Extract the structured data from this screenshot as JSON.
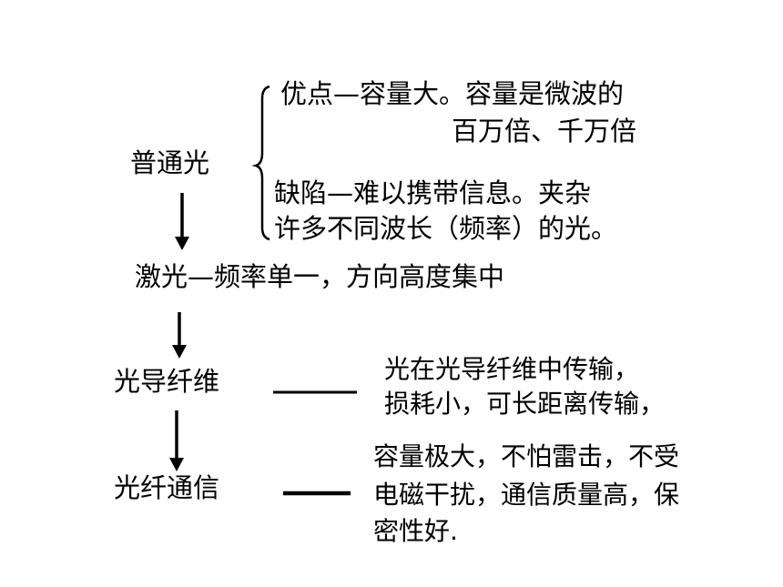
{
  "nodes": {
    "ordinary_light": "普通光",
    "laser": "激光—频率单一，方向高度集中",
    "optical_fiber": "光导纤维",
    "fiber_communication": "光纤通信"
  },
  "ordinary_light_notes": {
    "advantage_line1": "优点—容量大。容量是微波的",
    "advantage_line2": "百万倍、千万倍",
    "defect_line1": "缺陷—难以携带信息。夹杂",
    "defect_line2": "许多不同波长（频率）的光。"
  },
  "optical_fiber_notes": {
    "line1": "光在光导纤维中传输，",
    "line2": "损耗小，可长距离传输，"
  },
  "fiber_communication_notes": {
    "line1": "容量极大，不怕雷击，不受",
    "line2": "电磁干扰，通信质量高，保",
    "line3": "密性好."
  }
}
